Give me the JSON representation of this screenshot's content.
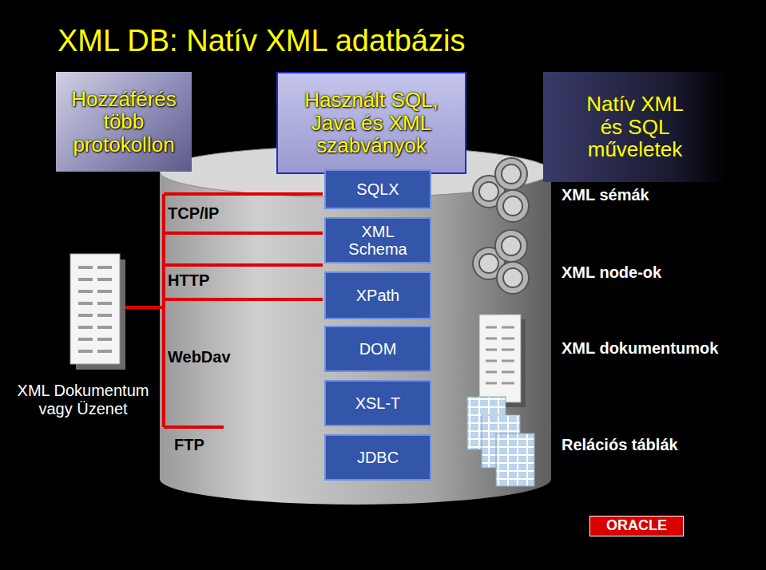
{
  "diagram": {
    "title": "XML DB:  Natív XML adatbázis",
    "nodes": [
      {
        "text": [
          "Hozzáférés több protokollon"
        ]
      },
      {
        "text": [
          "Használt SQL, Java és XML szabványok"
        ]
      },
      {
        "text": [
          "Natív XML és SQL műveletek"
        ]
      },
      {
        "text": [
          "SQLX"
        ]
      },
      {
        "text": [
          "XML Schema"
        ]
      },
      {
        "text": [
          "XPath"
        ]
      },
      {
        "text": [
          "DOM"
        ]
      },
      {
        "text": [
          "XSL-T"
        ]
      },
      {
        "text": [
          "JDBC"
        ]
      },
      {
        "text": [
          "ORACLE"
        ]
      }
    ],
    "labels": [
      "TCP/IP",
      "HTTP",
      "WebDav",
      "FTP",
      "XML Dokumentum vagy Üzenet",
      "XML sémák",
      "XML node-ok",
      "XML dokumentumok",
      "Relációs táblák"
    ]
  }
}
